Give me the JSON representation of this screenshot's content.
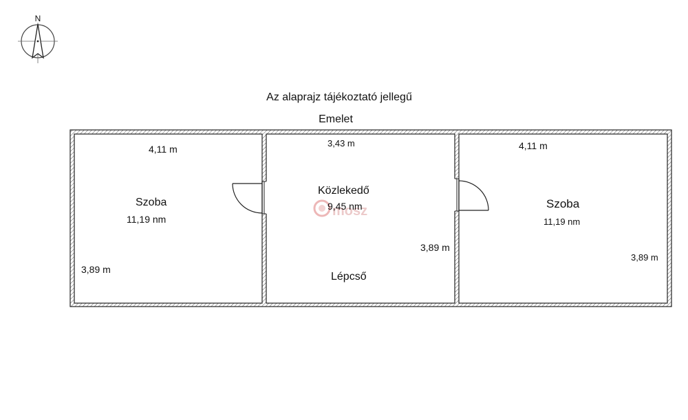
{
  "compass": {
    "north_label": "N",
    "icon": "compass-icon"
  },
  "header": {
    "disclaimer": "Az alaprajz tájékoztató jellegű",
    "floor": "Emelet"
  },
  "rooms": {
    "left": {
      "name": "Szoba",
      "area": "11,19 nm",
      "width": "4,11 m",
      "depth": "3,89 m"
    },
    "middle": {
      "name": "Közlekedő",
      "area": "9,45 nm",
      "width": "3,43 m",
      "depth": "3,89 m",
      "note": "Lépcső"
    },
    "right": {
      "name": "Szoba",
      "area": "11,19 nm",
      "width": "4,11 m",
      "depth": "3,89 m"
    }
  },
  "watermark": {
    "text": "mosz",
    "color": "#e8b6b6"
  }
}
